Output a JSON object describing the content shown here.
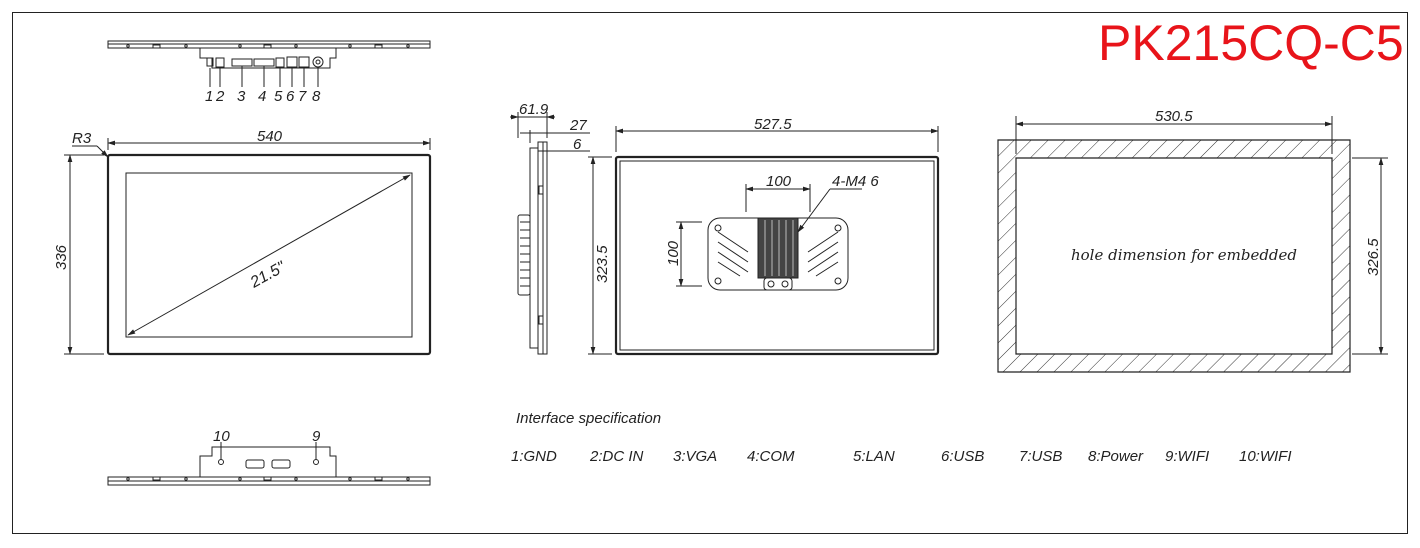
{
  "model": "PK215CQ-C5",
  "top_view": {
    "port_numbers": [
      "1",
      "2",
      "3",
      "4",
      "5",
      "6",
      "7",
      "8"
    ]
  },
  "front_view": {
    "corner_radius": "R3",
    "width": "540",
    "height": "336",
    "diagonal": "21.5\""
  },
  "side_view": {
    "depth_total": "61.9",
    "bezel_depth": "27",
    "bezel_front": "6"
  },
  "back_view": {
    "width": "527.5",
    "height": "323.5",
    "vesa_width": "100",
    "vesa_height": "100",
    "screw_spec": "4-M4 6"
  },
  "cutout": {
    "width": "530.5",
    "height": "326.5",
    "label": "hole dimension for embedded"
  },
  "bottom_view": {
    "port_numbers": [
      "10",
      "9"
    ]
  },
  "interface": {
    "title": "Interface specification",
    "items": [
      "1:GND",
      "2:DC IN",
      "3:VGA",
      "4:COM",
      "5:LAN",
      "6:USB",
      "7:USB",
      "8:Power",
      "9:WIFI",
      "10:WIFI"
    ]
  },
  "colors": {
    "model_text": "#e8141a",
    "line": "#222222"
  }
}
